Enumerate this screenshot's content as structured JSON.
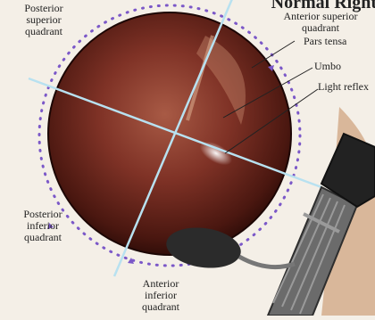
{
  "title": "Normal Right",
  "labels": {
    "posterior_superior": [
      "Posterior",
      "superior",
      "quadrant"
    ],
    "anterior_superior": [
      "Anterior superior",
      "quadrant"
    ],
    "pars_tensa": "Pars tensa",
    "umbo": "Umbo",
    "light_reflex": "Light reflex",
    "posterior_inferior": [
      "Posterior",
      "inferior",
      "quadrant"
    ],
    "anterior_inferior": [
      "Anterior",
      "inferior",
      "quadrant"
    ]
  },
  "colors": {
    "eardrum_center": "#8a3b2e",
    "eardrum_edge": "#3a120c",
    "dots": "#7b58c8",
    "cross_lines": "#b8e1f0",
    "background": "#f4efe7"
  }
}
